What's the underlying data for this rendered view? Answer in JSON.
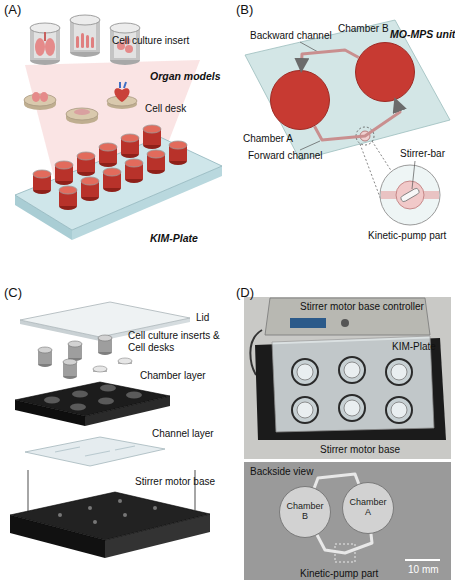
{
  "diagram": {
    "nodes": [
      {
        "text": [
          "Chamber B"
        ]
      },
      {
        "text": [
          "Chamber A"
        ]
      },
      {
        "text": [
          "Chamber B"
        ]
      },
      {
        "text": [
          "Chamber A"
        ]
      }
    ],
    "edges": [
      {
        "from": 1,
        "to": 0,
        "arrow": "to"
      },
      {
        "from": 0,
        "to": 1,
        "arrow": "to"
      },
      {
        "from": 2,
        "to": 3,
        "arrow": "none"
      },
      {
        "from": 2,
        "to": 3,
        "arrow": "none"
      }
    ],
    "labels": [
      "(A)",
      "Cell culture insert",
      "Organ models",
      "Cell desk",
      "KIM-Plate",
      "(B)",
      "Backward channel",
      "MO-MPS unit",
      "Stirrer-bar",
      "Forward channel",
      "Kinetic-pump part",
      "(C)",
      "Lid",
      "Cell culture inserts & Cell desks",
      "Chamber layer",
      "Channel layer",
      "Stirrer motor base",
      "(D)",
      "Stirrer motor base controller",
      "KIM-Plate",
      "Stirrer motor base",
      "Backside view",
      "10 mm",
      "Kinetic-pump part"
    ]
  }
}
